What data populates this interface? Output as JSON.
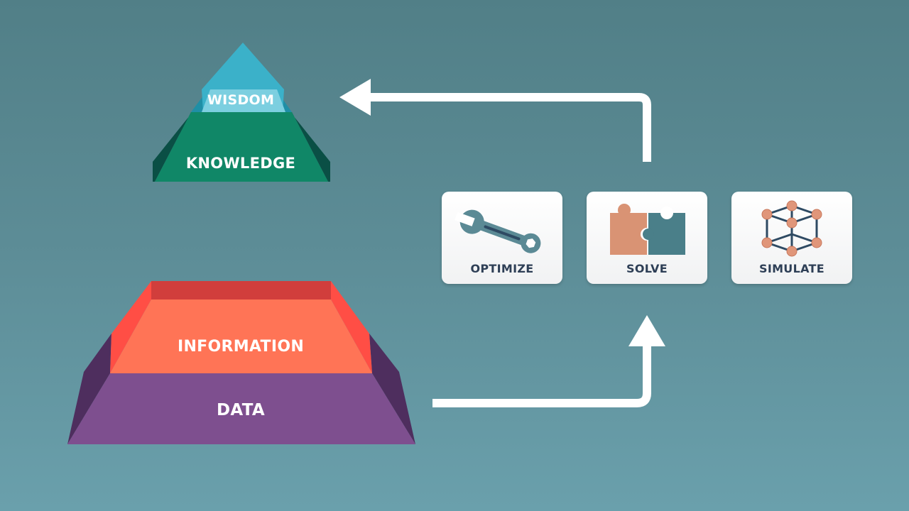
{
  "pyramid_top": {
    "tier_top_label": "WISDOM",
    "tier_bottom_label": "KNOWLEDGE"
  },
  "pyramid_bottom": {
    "tier_top_label": "INFORMATION",
    "tier_bottom_label": "DATA"
  },
  "cards": [
    {
      "label": "OPTIMIZE",
      "icon": "wrench-icon"
    },
    {
      "label": "SOLVE",
      "icon": "puzzle-icon"
    },
    {
      "label": "SIMULATE",
      "icon": "network-cube-icon"
    }
  ],
  "colors": {
    "background": "#5b8a94",
    "wisdom": "#3bb1c9",
    "knowledge": "#0f8468",
    "information": "#ff7456",
    "data": "#7e4f8f",
    "arrow": "#ffffff",
    "card_text": "#2e3f56",
    "puzzle_left": "#d99374",
    "puzzle_right": "#4a7f89",
    "wrench": "#5b8a95",
    "node": "#e0967a",
    "edge": "#2e4a63"
  }
}
